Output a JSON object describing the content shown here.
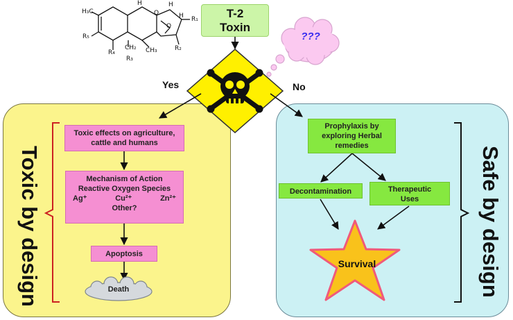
{
  "title": {
    "line1": "T-2",
    "line2": "Toxin"
  },
  "decision": {
    "yes": "Yes",
    "no": "No",
    "thought": "???"
  },
  "structure_labels": {
    "h3c": "H₃C",
    "h_left": "H",
    "o_ring": "O",
    "h_right": "H",
    "o_epoxide": "O",
    "h_side": "H",
    "r1": "R₁",
    "r5": "R₅",
    "r4": "R₄",
    "ch2": "CH₂",
    "ch3": "CH₃",
    "r2": "R₂",
    "r3": "R₃"
  },
  "left_panel": {
    "label": "Toxic by design",
    "box1": {
      "line1": "Toxic effects on agriculture,",
      "line2": "cattle and humans"
    },
    "box2": {
      "line1": "Mechanism of Action",
      "line2": "Reactive Oxygen Species",
      "ions": [
        "Ag⁺",
        "Cu²⁺",
        "Zn²⁺"
      ],
      "line4": "Other?"
    },
    "box3": "Apoptosis",
    "outcome": "Death"
  },
  "right_panel": {
    "label": "Safe by design",
    "box1": {
      "line1": "Prophylaxis by",
      "line2": "exploring Herbal",
      "line3": "remedies"
    },
    "box2": "Decontamination",
    "box3": {
      "line1": "Therapeutic",
      "line2": "Uses"
    },
    "outcome": "Survival"
  },
  "colors": {
    "left_panel": "#fbf48c",
    "right_panel": "#ccf1f4",
    "pink_box": "#f58fd2",
    "green_box": "#86e840",
    "title_box": "#ccf5a8",
    "hazard_diamond": "#fff000",
    "star_fill": "#f9c21b",
    "star_border": "#f05a7a",
    "bracket_left": "#cc2222"
  },
  "icons": [
    "skull-crossbones-icon",
    "thought-cloud-icon",
    "death-cloud-icon",
    "survival-star-icon"
  ]
}
